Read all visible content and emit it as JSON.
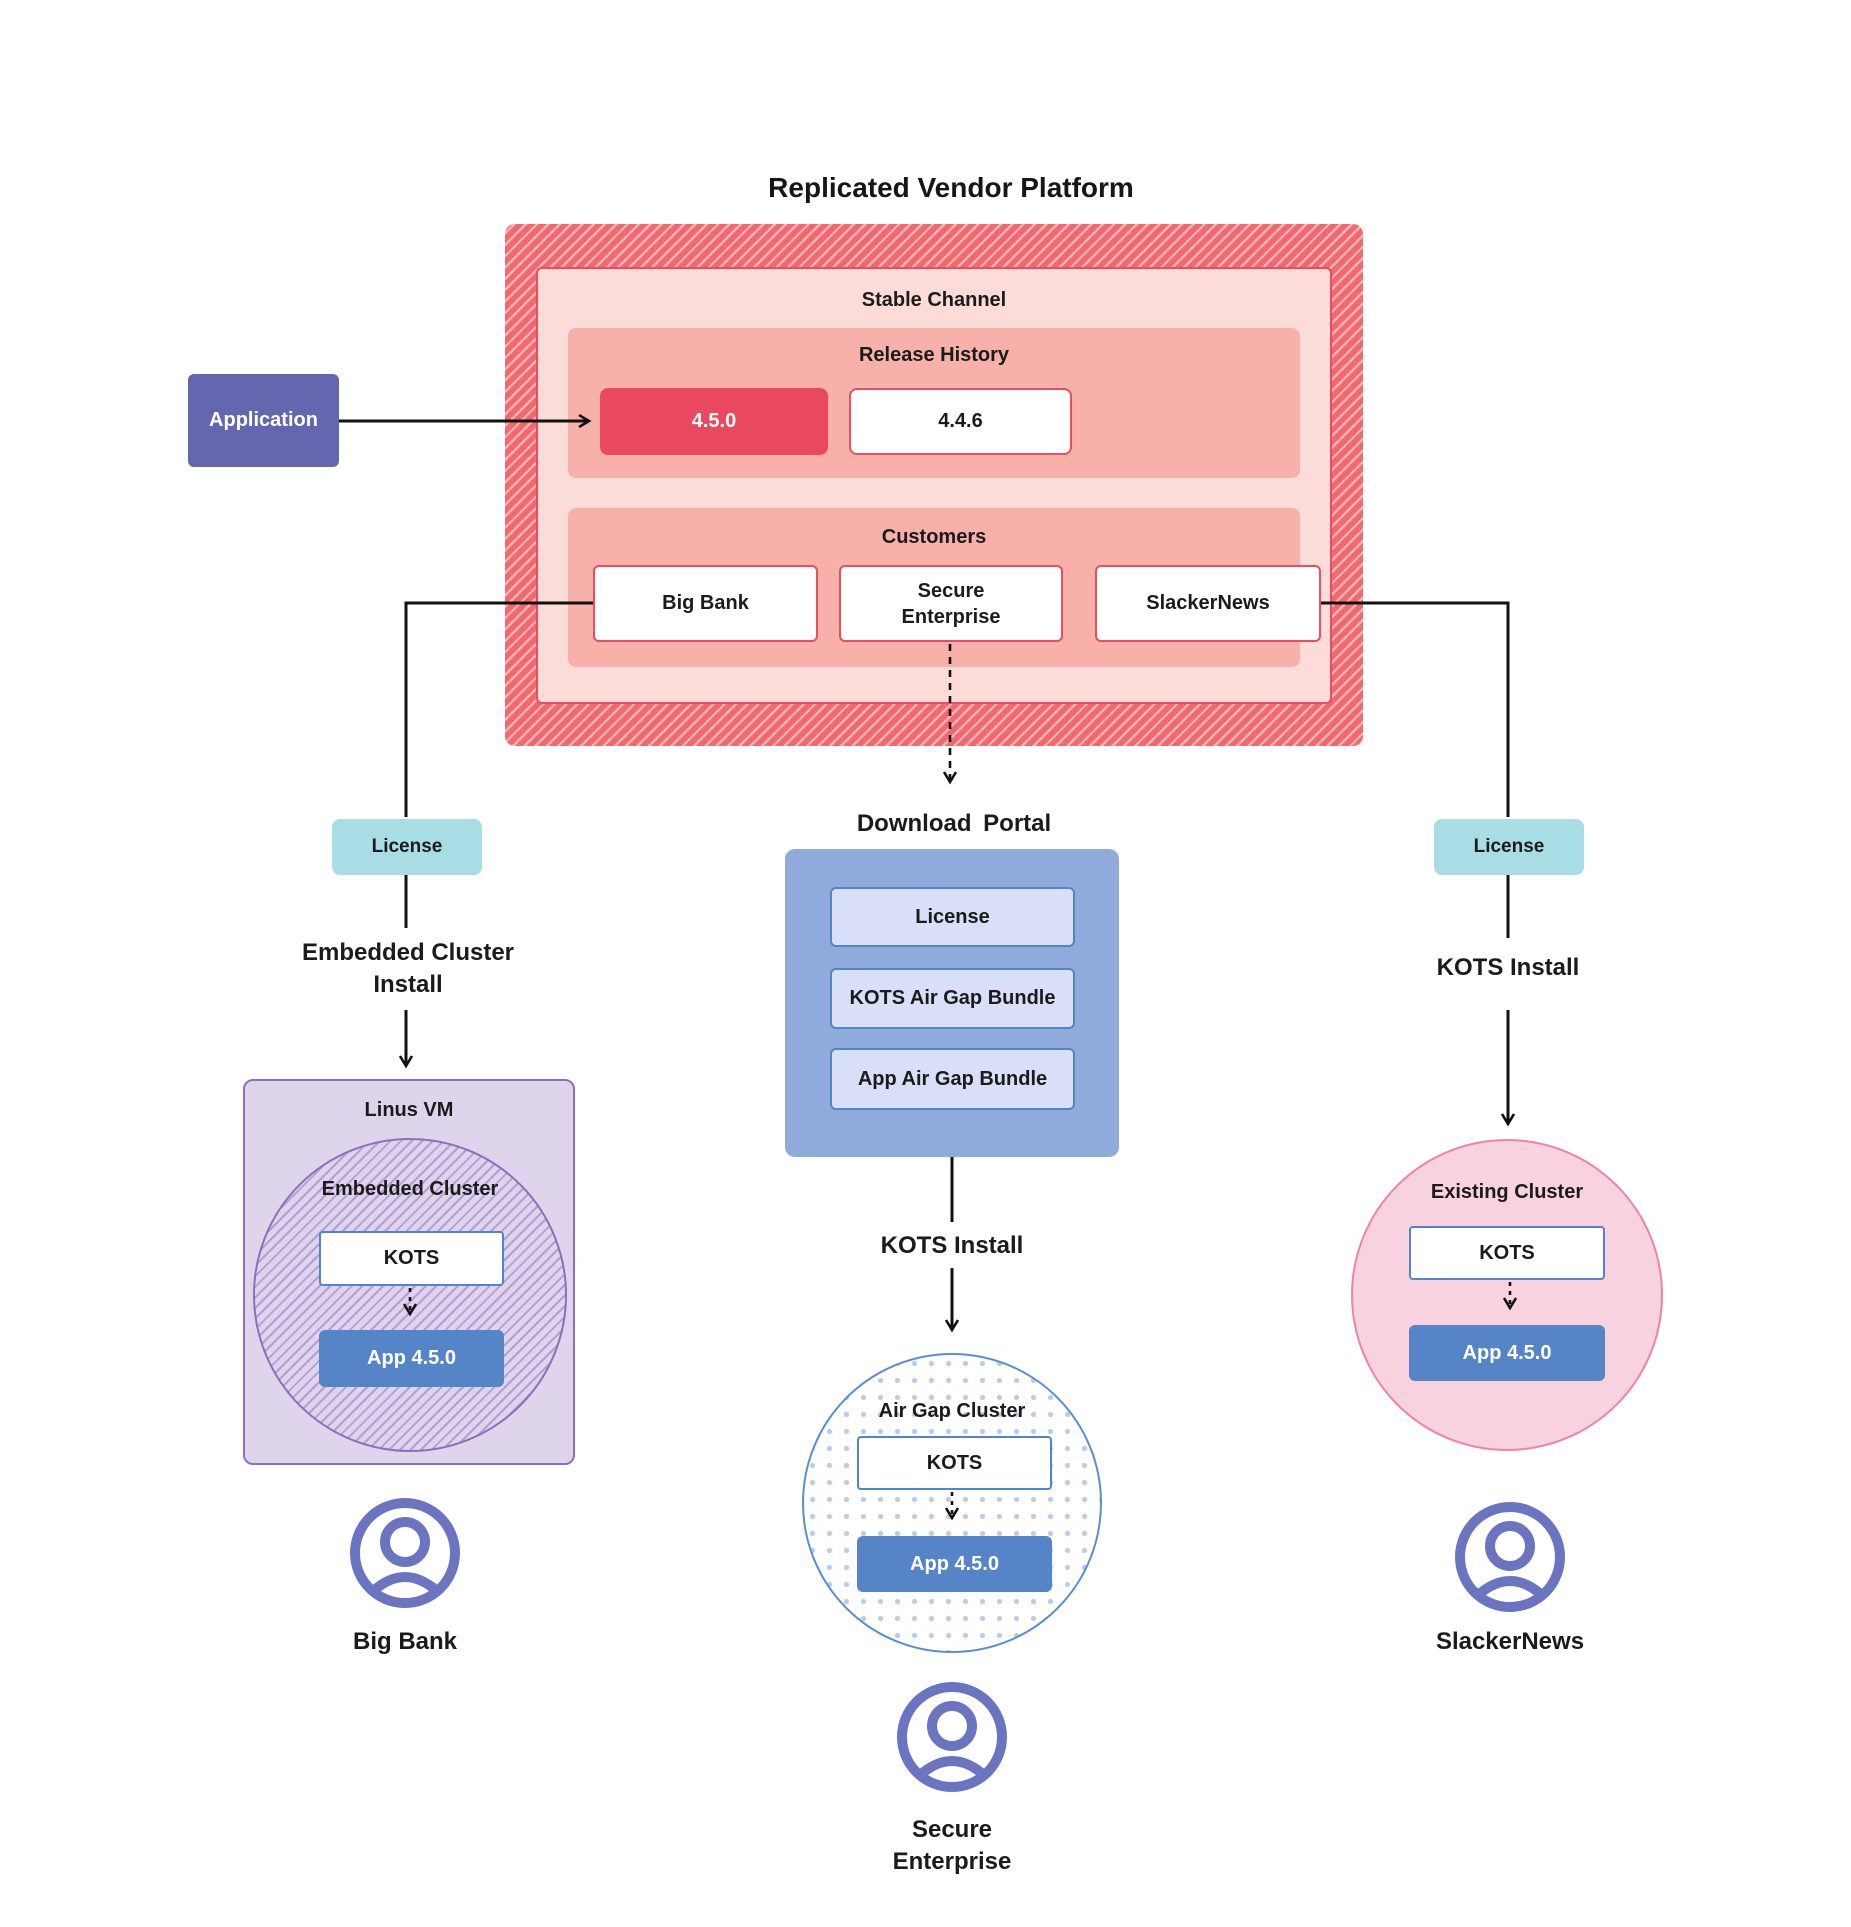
{
  "title": "Replicated Vendor Platform",
  "platform": {
    "stable_channel_label": "Stable Channel",
    "release_history": {
      "label": "Release History",
      "releases": [
        {
          "version": "4.5.0",
          "highlighted": true
        },
        {
          "version": "4.4.6",
          "highlighted": false
        }
      ]
    },
    "customers": {
      "label": "Customers",
      "items": [
        {
          "name": "Big Bank"
        },
        {
          "name": "Secure Enterprise"
        },
        {
          "name": "SlackerNews"
        }
      ]
    }
  },
  "application_label": "Application",
  "download_portal": {
    "title": "Download Portal",
    "items": [
      {
        "label": "License"
      },
      {
        "label": "KOTS Air Gap Bundle"
      },
      {
        "label": "App Air Gap Bundle"
      }
    ]
  },
  "left": {
    "license_label": "License",
    "install_label": "Embedded Cluster Install",
    "vm_label": "Linus VM",
    "cluster_label": "Embedded Cluster",
    "kots_label": "KOTS",
    "app_label": "App 4.5.0",
    "customer_name": "Big Bank"
  },
  "middle": {
    "install_label": "KOTS Install",
    "cluster_label": "Air Gap Cluster",
    "kots_label": "KOTS",
    "app_label": "App 4.5.0",
    "customer_name": "Secure Enterprise"
  },
  "right": {
    "license_label": "License",
    "install_label": "KOTS Install",
    "cluster_label": "Existing Cluster",
    "kots_label": "KOTS",
    "app_label": "App 4.5.0",
    "customer_name": "SlackerNews"
  },
  "colors": {
    "platform_stripe_dark": "#f1686e",
    "platform_stripe_light": "#f8b3b5",
    "stable_fill": "#fcdcd8",
    "red_border": "#e84e5f",
    "section_fill": "#f7b0aa",
    "release_highlight_fill": "#e8495f",
    "application_fill": "#6467b0",
    "license_fill": "#a9dde6",
    "portal_fill": "#8fabdc",
    "portal_item_fill": "#d8dff6",
    "blue_border": "#4d86ca",
    "app_fill": "#5585c6",
    "vm_fill": "#ded5ec",
    "vm_border": "#8d6fba",
    "existing_cluster_fill": "#f8d2de",
    "existing_cluster_border": "#ed84a6",
    "airgap_dot": "#b9cdeb",
    "user_icon": "#6b74c1",
    "line": "#111111"
  }
}
